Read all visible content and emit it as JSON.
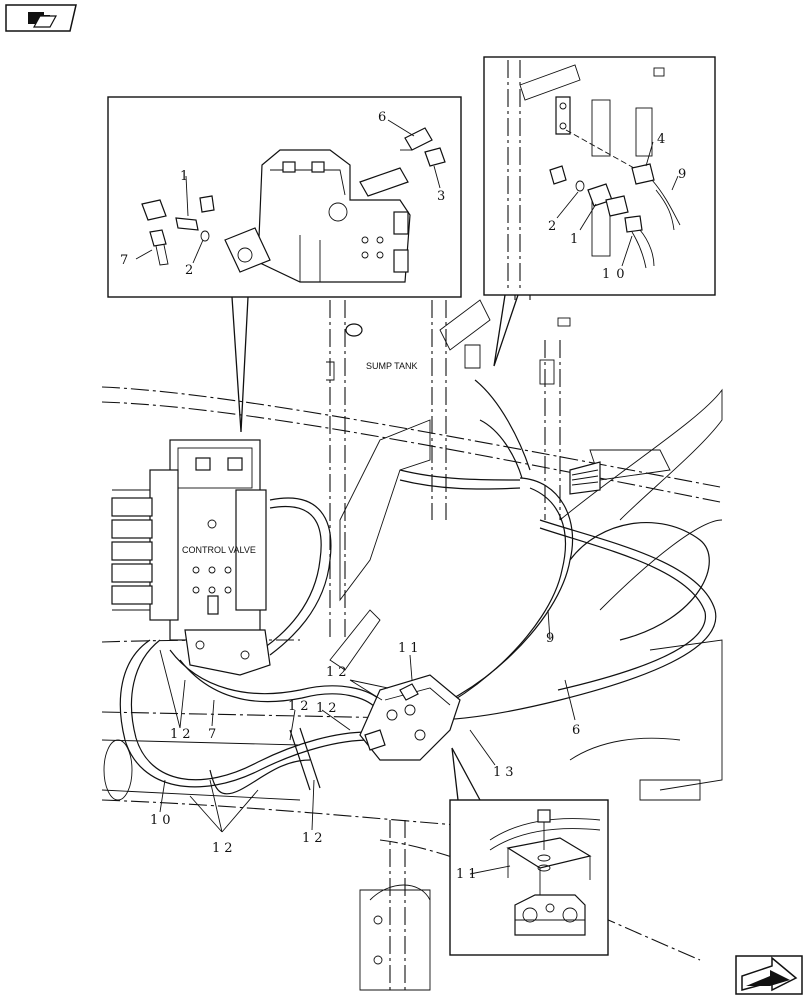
{
  "labels": {
    "control_valve": "CONTROL VALVE",
    "sump_tank": "SUMP TANK"
  },
  "callouts": {
    "d1": "1",
    "d2": "2",
    "d3": "3",
    "d6": "6",
    "d7": "7",
    "r4": "4",
    "r9": "9",
    "r2": "2",
    "r1": "1",
    "r10": "10",
    "m11": "11",
    "m12a": "12",
    "m12b": "12",
    "m12c": "12",
    "m12d": "12",
    "m12e": "12",
    "m12f": "12",
    "m7": "7",
    "m10": "10",
    "m9": "9",
    "m6": "6",
    "m13": "13",
    "b11": "11"
  },
  "icons": {
    "nav_prev": "book-back-icon",
    "nav_next": "next-page-icon"
  }
}
